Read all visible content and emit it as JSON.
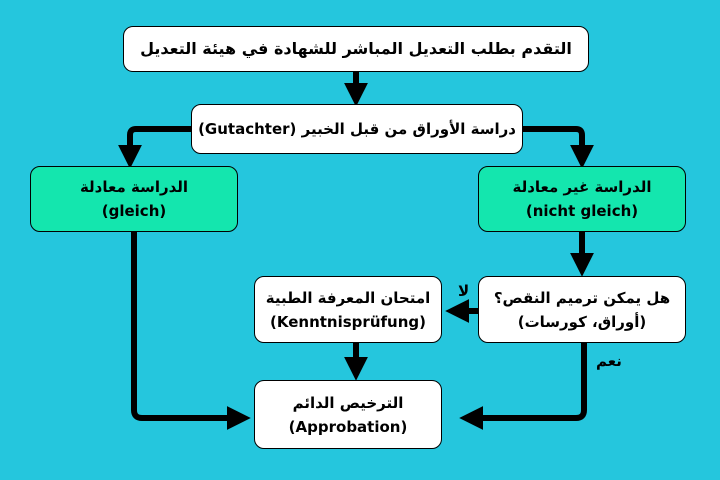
{
  "nodes": {
    "apply": {
      "line1": "التقدم بطلب التعديل المباشر للشهادة في هيئة التعديل"
    },
    "study": {
      "line1": "دراسة الأوراق من قبل الخبير (Gutachter)"
    },
    "equivalent": {
      "line1": "الدراسة معادلة",
      "line2": "(gleich)"
    },
    "not_equivalent": {
      "line1": "الدراسة غير معادلة",
      "line2": "(nicht gleich)"
    },
    "exam": {
      "line1": "امتحان المعرفة الطبية",
      "line2": "(Kenntnisprüfung)"
    },
    "remedy": {
      "line1": "هل يمكن ترميم النقص؟",
      "line2": "(أوراق، كورسات)"
    },
    "license": {
      "line1": "الترخيص الدائم",
      "line2": "(Approbation)"
    }
  },
  "edge_labels": {
    "no": "لا",
    "yes": "نعم"
  },
  "colors": {
    "background": "#25c6dd",
    "green_box": "#14e6ae",
    "white_box": "#ffffff",
    "arrow": "#000000"
  }
}
